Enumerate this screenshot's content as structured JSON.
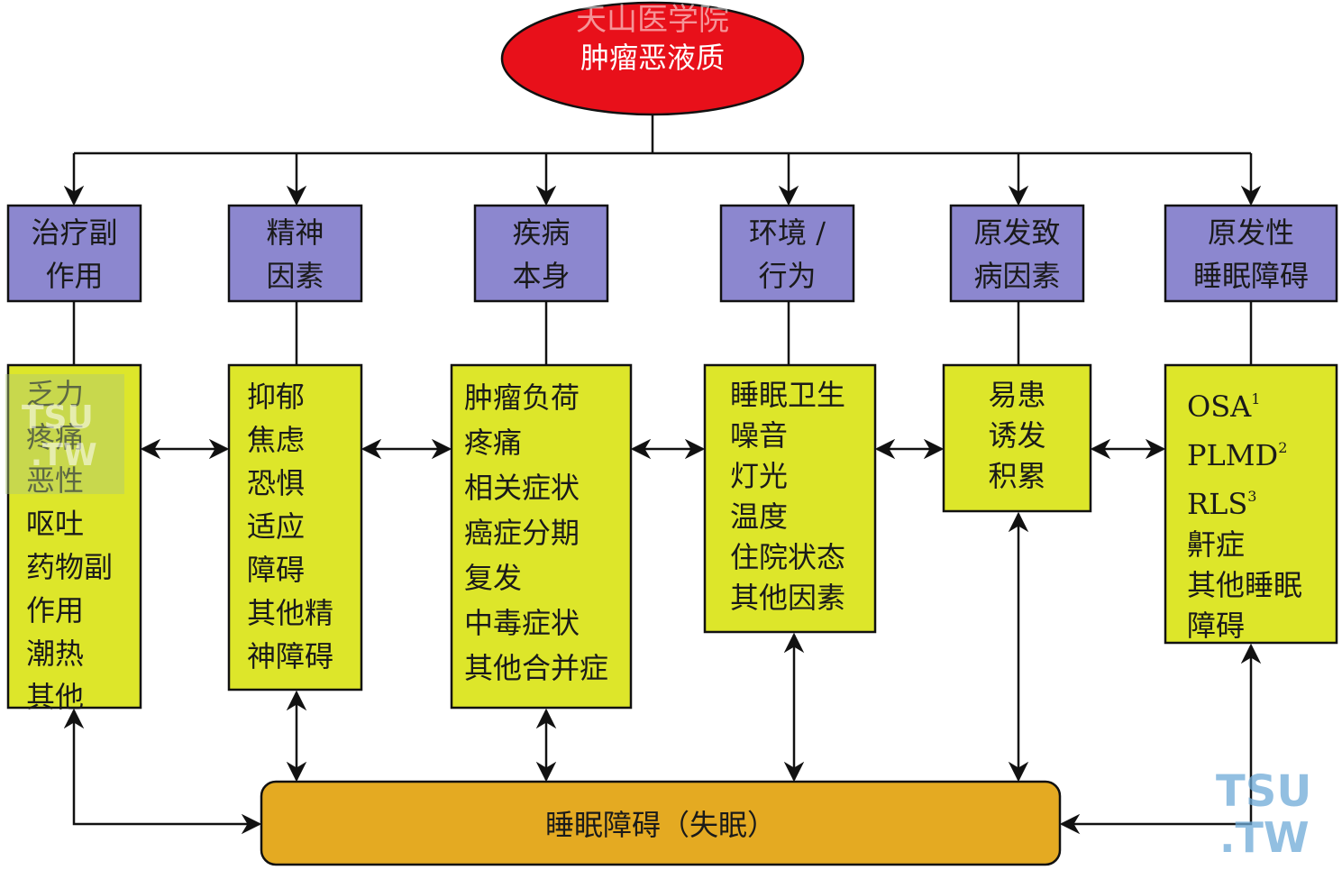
{
  "root": {
    "watermark": "天山医学院",
    "label": "肿瘤恶液质"
  },
  "categories": [
    {
      "line1": "治疗副",
      "line2": "作用"
    },
    {
      "line1": "精神",
      "line2": "因素"
    },
    {
      "line1": "疾病",
      "line2": "本身"
    },
    {
      "line1": "环境 /",
      "line2": "行为"
    },
    {
      "line1": "原发致",
      "line2": "病因素"
    },
    {
      "line1": "原发性",
      "line2": "睡眠障碍"
    }
  ],
  "details": [
    [
      "乏力",
      "疼痛",
      "恶性",
      "呕吐",
      "药物副",
      "作用",
      "潮热",
      "其他"
    ],
    [
      "抑郁",
      "焦虑",
      "恐惧",
      "适应",
      "障碍",
      "其他精",
      "神障碍"
    ],
    [
      "肿瘤负荷",
      "疼痛",
      "相关症状",
      "癌症分期",
      "复发",
      "中毒症状",
      "其他合并症"
    ],
    [
      "睡眠卫生",
      "噪音",
      "灯光",
      "温度",
      "住院状态",
      "其他因素"
    ],
    [
      "易患",
      "诱发",
      "积累"
    ],
    [
      {
        "text": "OSA",
        "sup": "1"
      },
      {
        "text": "PLMD",
        "sup": "2"
      },
      {
        "text": "RLS",
        "sup": "3"
      },
      {
        "text": "鼾症"
      },
      {
        "text": "其他睡眠"
      },
      {
        "text": "障碍"
      }
    ]
  ],
  "outcome": {
    "label": "睡眠障碍（失眠）"
  },
  "watermarks": {
    "corner_line1": "TSU",
    "corner_line2": ".TW",
    "left_line1": "TSU",
    "left_line2": ".TW"
  },
  "colors": {
    "root_fill": "#e8101a",
    "category_fill": "#8c87cf",
    "detail_fill": "#dde62a",
    "outcome_fill": "#e4aa22",
    "line": "#111111"
  }
}
